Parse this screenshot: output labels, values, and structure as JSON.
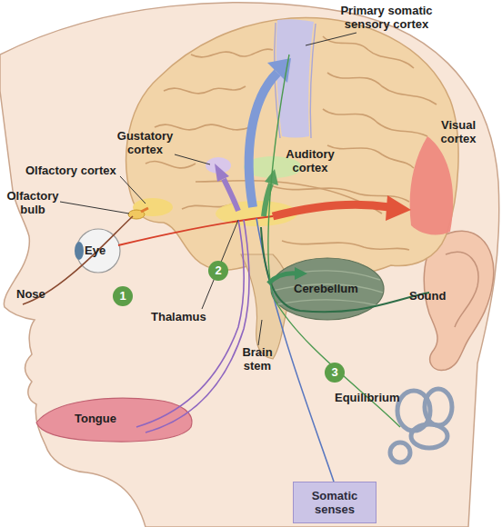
{
  "diagram": {
    "nodes": [
      {
        "text": [
          "1"
        ]
      },
      {
        "text": [
          "2"
        ]
      },
      {
        "text": [
          "3"
        ]
      },
      {
        "text": [
          "Somatic senses"
        ]
      }
    ],
    "labels": [
      "Primary somatic sensory cortex",
      "Gustatory cortex",
      "Auditory cortex",
      "Visual cortex",
      "Olfactory cortex",
      "Olfactory bulb",
      "Eye",
      "Thalamus",
      "Cerebellum",
      "Nose",
      "Sound",
      "Brain stem",
      "Equilibrium",
      "Tongue"
    ]
  }
}
